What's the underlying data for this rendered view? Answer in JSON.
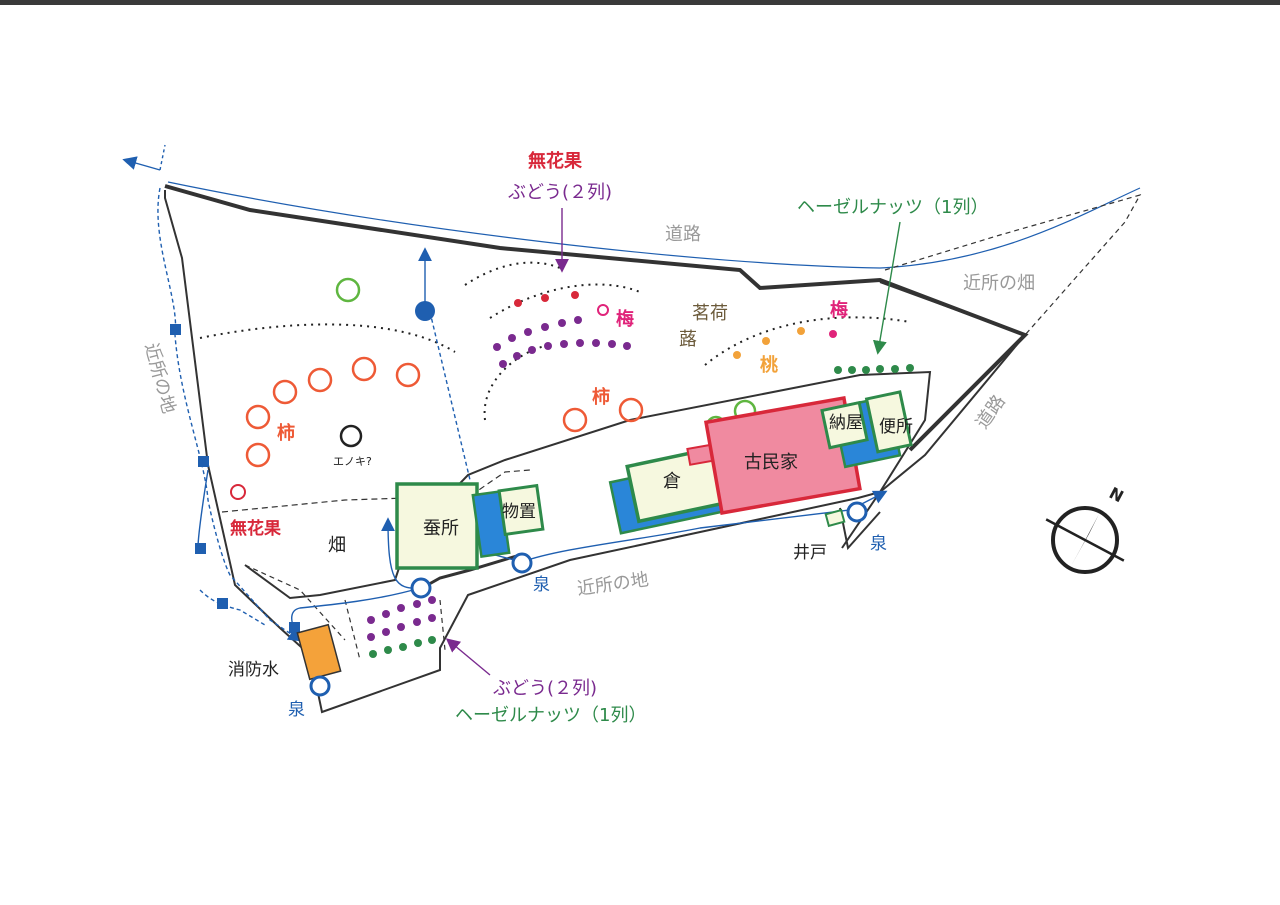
{
  "colors": {
    "boundary": "#333333",
    "water": "#1f5fb0",
    "fig": "#d8283a",
    "grape": "#7a2a8f",
    "hazel": "#2e8a4a",
    "persimmon": "#ee5a36",
    "ume": "#e0247a",
    "peach": "#f2a23a",
    "myoga": "#6b5a3a",
    "neighbor_text": "#999999",
    "minka_fill": "#f08aa0",
    "minka_stroke": "#d8283a",
    "building_stroke": "#2e8a4a",
    "building_fill": "#f6f8df",
    "blue_fill": "#2a86d8",
    "orange_fill": "#f4a23a"
  },
  "labels": {
    "road_top": "道路",
    "road_right": "道路",
    "neighbor_field": "近所の畑",
    "neighbor_land_left": "近所の地",
    "neighbor_land_bottom": "近所の地",
    "fig_top_line1": "無花果",
    "fig_top_line2": "ぶどう(２列)",
    "hazel_top": "ヘーゼルナッツ（1列）",
    "ume_1": "梅",
    "ume_2": "梅",
    "myoga_line1": "茗荷",
    "myoga_line2": "蕗",
    "peach": "桃",
    "kaki_left": "柿",
    "kaki_mid": "柿",
    "enoki": "エノキ?",
    "fig_left": "無花果",
    "field": "畑",
    "sansho": "蚕所",
    "monooki": "物置",
    "kura": "倉",
    "kominka": "古民家",
    "naya": "納屋",
    "benjo": "便所",
    "ido": "井戸",
    "izumi_bottom": "泉",
    "izumi_mid": "泉",
    "izumi_right": "泉",
    "shobosui": "消防水",
    "bottom_line1": "ぶどう(２列)",
    "bottom_line2": "ヘーゼルナッツ（1列）",
    "compass_n": "N"
  },
  "icons": {
    "compass": "compass-rose-icon",
    "spring": "spring-circle-icon",
    "arrow": "arrow-icon"
  }
}
